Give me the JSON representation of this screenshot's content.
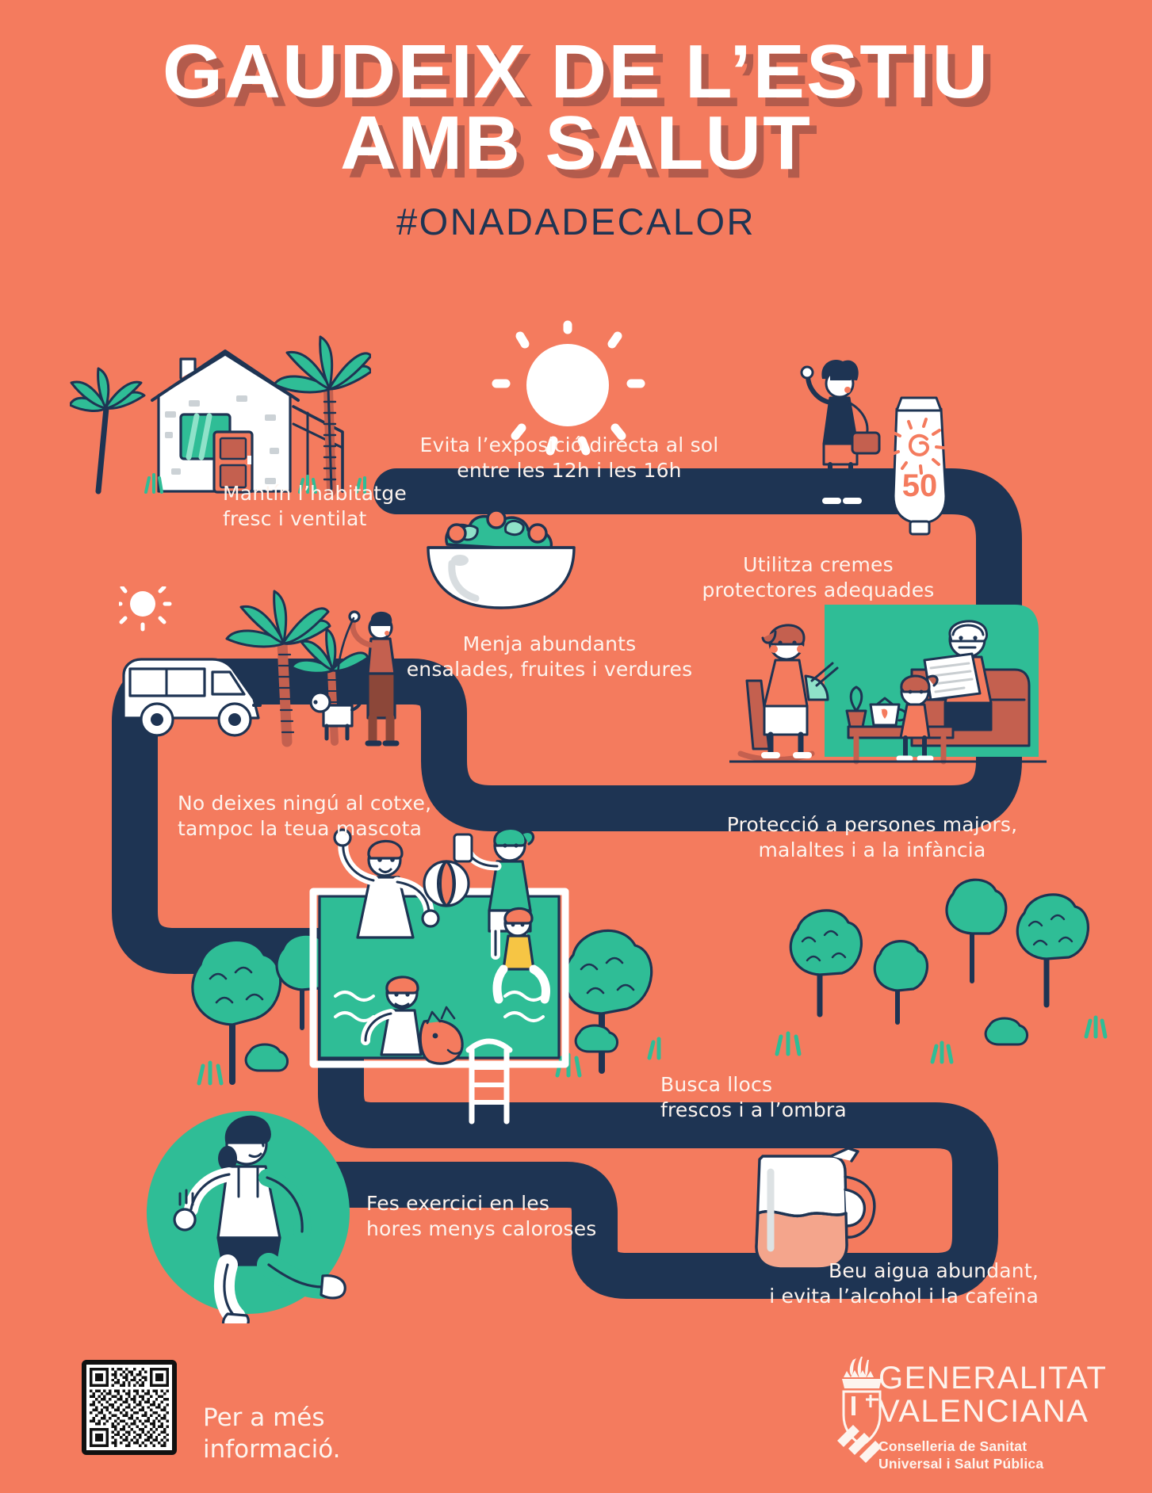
{
  "poster": {
    "background_color": "#f47b5e",
    "path_color": "#1e3453",
    "accent_green": "#2fbd96",
    "text_color": "#fdf4ee",
    "title_shadow_color": "#b35b4c"
  },
  "header": {
    "title_line1": "GAUDEIX DE L’ESTIU",
    "title_line2": "AMB SALUT",
    "hashtag": "#ONADADECALOR"
  },
  "tips": [
    {
      "id": "habitatge",
      "text": "Mantín l’habitatge\nfresc i ventilat",
      "icon": "house-icon"
    },
    {
      "id": "exposicio",
      "text": "Evita l’exposició directa al sol\nentre les 12h i les 16h",
      "icon": "sun-icon"
    },
    {
      "id": "cremes",
      "text": "Utilitza cremes\nprotectores adequades",
      "icon": "sunscreen-icon"
    },
    {
      "id": "menjar",
      "text": "Menja abundants\nensalades, fruites i verdures",
      "icon": "salad-bowl-icon"
    },
    {
      "id": "cotxe",
      "text": "No deixes ningú al cotxe,\ntampoc la teua mascota",
      "icon": "car-icon"
    },
    {
      "id": "proteccio",
      "text": "Protecció a persones majors,\nmalaltes i a la infància",
      "icon": "family-icon"
    },
    {
      "id": "ombra",
      "text": "Busca llocs\nfrescos i a l’ombra",
      "icon": "pool-icon"
    },
    {
      "id": "exercici",
      "text": "Fes exercici en les\nhores menys caloroses",
      "icon": "exercise-icon"
    },
    {
      "id": "aigua",
      "text": "Beu aigua abundant,\ni evita l’alcohol i la cafeïna",
      "icon": "water-jug-icon"
    }
  ],
  "footer": {
    "more_info": "Per a més\ninformació.",
    "qr_label": "qr-code",
    "logo_main": "GENERALITAT\nVALENCIANA",
    "logo_sub": "Conselleria de Sanitat\nUniversal i Salut Pública"
  },
  "sunscreen": {
    "spf": "50"
  }
}
